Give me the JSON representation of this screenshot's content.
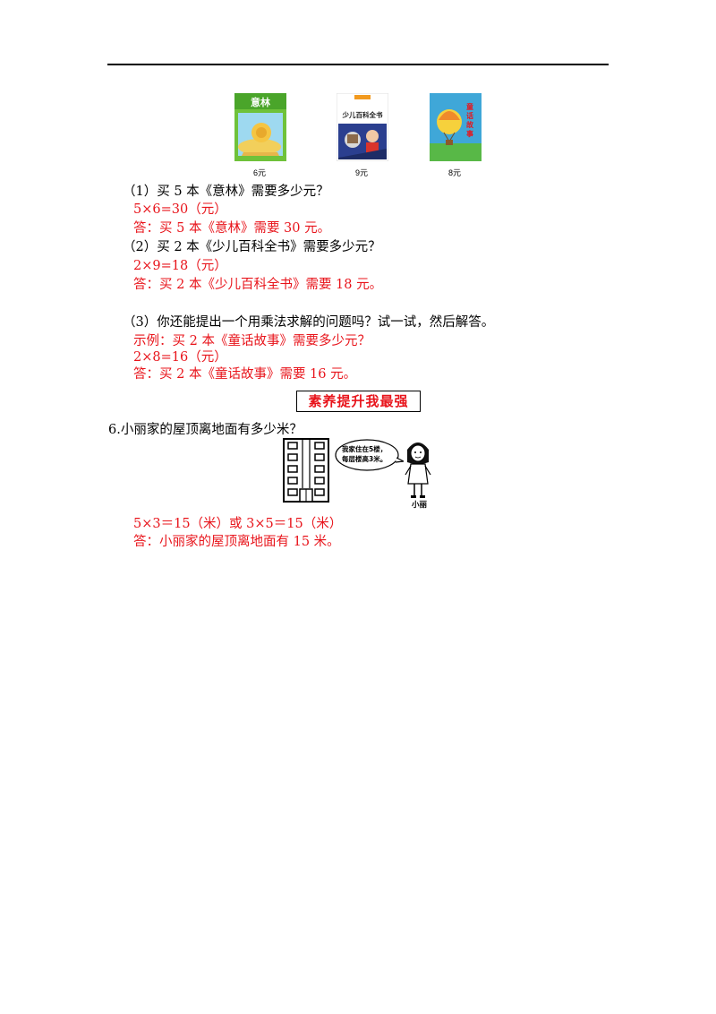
{
  "books": [
    {
      "title": "意林",
      "price": "6元"
    },
    {
      "title": "少儿百科全书",
      "price": "9元"
    },
    {
      "title": "童话故事",
      "price": "8元"
    }
  ],
  "q1": {
    "question": "（1）买 5 本《意林》需要多少元？",
    "calc": "5×6=30（元）",
    "answer": "答：买 5 本《意林》需要 30 元。"
  },
  "q2": {
    "question": "（2）买 2 本《少儿百科全书》需要多少元？",
    "calc": "2×9=18（元）",
    "answer": "答：买 2 本《少儿百科全书》需要 18 元。"
  },
  "q3": {
    "question": "（3）你还能提出一个用乘法求解的问题吗？试一试，然后解答。",
    "example": "示例：买 2 本《童话故事》需要多少元？",
    "calc": "2×8=16（元）",
    "answer": "答：买 2 本《童话故事》需要 16 元。"
  },
  "banner": "素养提升我最强",
  "q6": {
    "question": "6.小丽家的屋顶离地面有多少米？",
    "speech_line1": "我家住在5楼，",
    "speech_line2": "每层楼高3米。",
    "girl_name": "小丽",
    "calc": "5×3＝15（米）或 3×5＝15（米）",
    "answer": "答：小丽家的屋顶离地面有 15 米。"
  },
  "colors": {
    "answer_red": "#e8141b",
    "book1_green": "#6fc23a",
    "book3_blue": "#3fa7d8"
  }
}
